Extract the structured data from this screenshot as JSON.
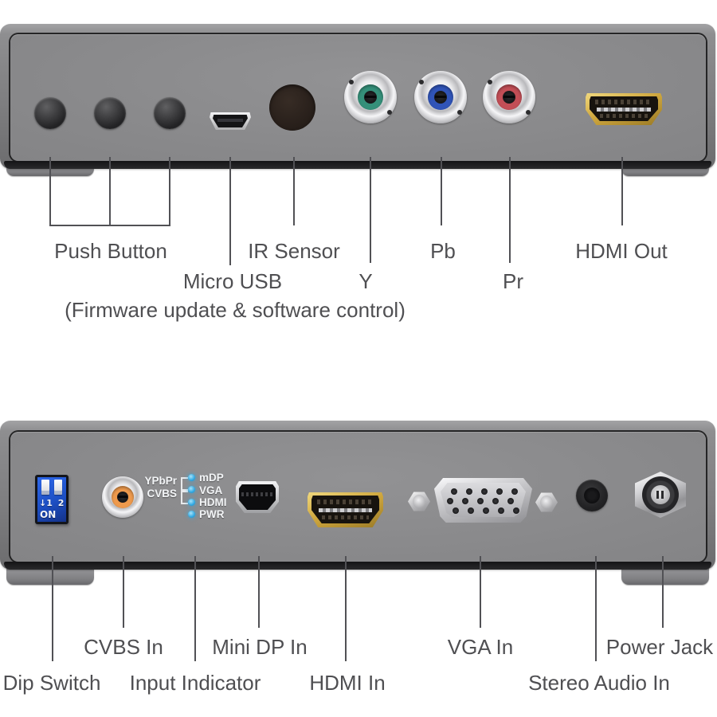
{
  "colors": {
    "callout_line": "#515155",
    "label_text": "#4f4f52",
    "led_blue": "#2fa8e2",
    "dip_blue": "#1d4fc4",
    "hdmi_gold": "#d0a83f",
    "rca_y_green": "#35907a",
    "rca_pb_blue": "#3054b8",
    "rca_pr_red": "#c24e56",
    "cvbs_orange": "#ee9a4d",
    "panel_gray": "#8a8a8c"
  },
  "labels": {
    "top": {
      "push_button": "Push Button",
      "ir_sensor": "IR Sensor",
      "micro_usb": "Micro USB",
      "micro_usb_note": "(Firmware update & software control)",
      "y": "Y",
      "pb": "Pb",
      "pr": "Pr",
      "hdmi_out": "HDMI Out"
    },
    "bottom": {
      "cvbs_in": "CVBS In",
      "mini_dp_in": "Mini DP In",
      "vga_in": "VGA In",
      "power_jack": "Power Jack",
      "dip_switch": "Dip Switch",
      "input_indicator": "Input Indicator",
      "hdmi_in": "HDMI In",
      "stereo_audio_in": "Stereo Audio In"
    }
  },
  "panel_markings": {
    "dip_switch": {
      "scale": "↓1 2",
      "on": "ON"
    },
    "input_indicator": {
      "sources": [
        "YPbPr",
        "CVBS"
      ],
      "leds": [
        "mDP",
        "VGA",
        "HDMI",
        "PWR"
      ]
    }
  }
}
